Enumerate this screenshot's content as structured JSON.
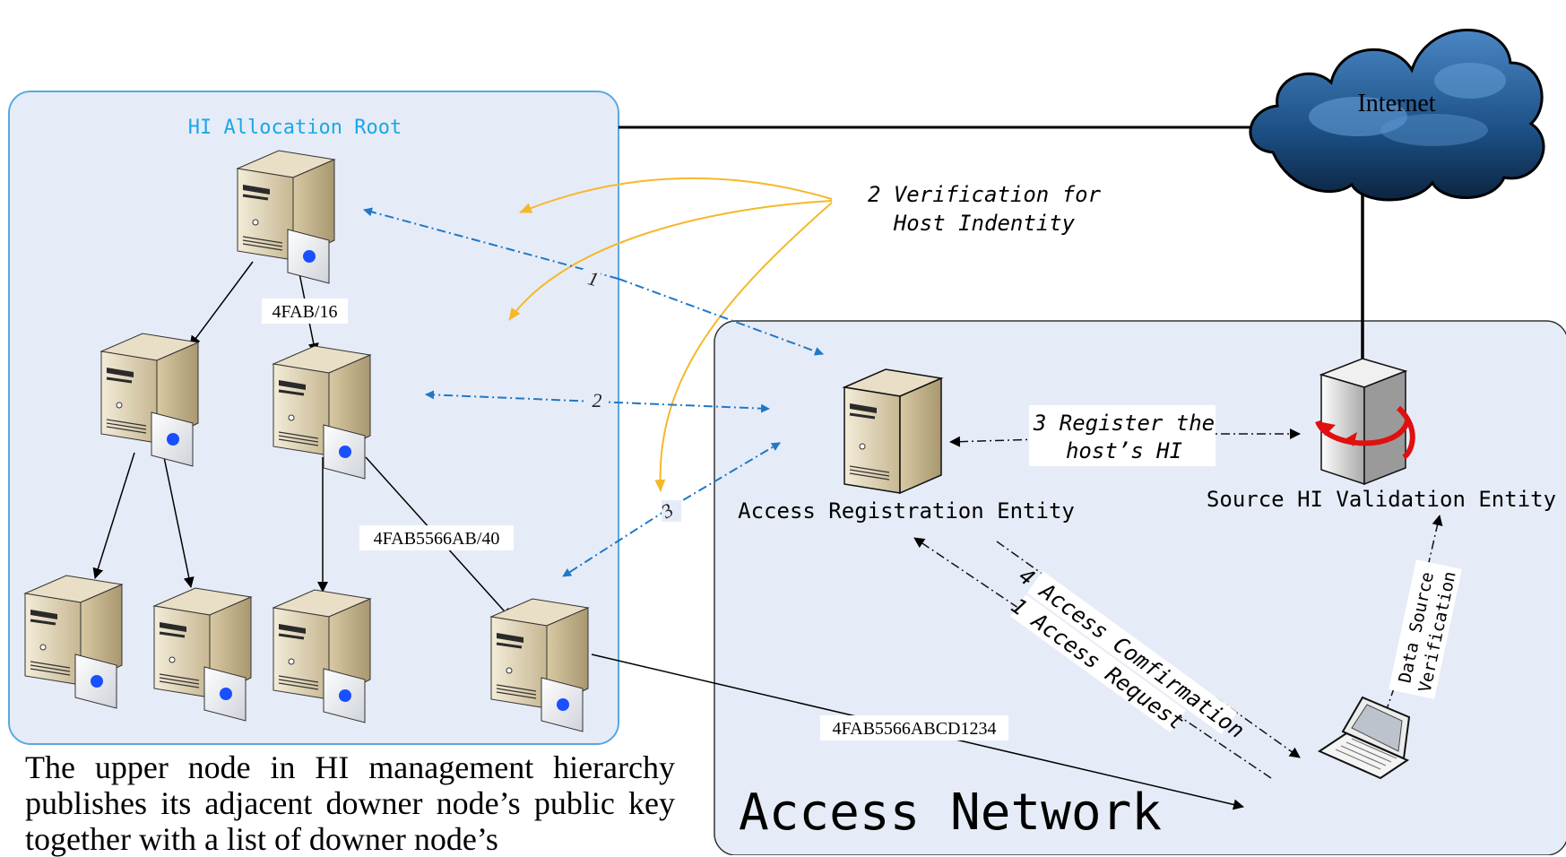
{
  "hierarchy": {
    "title": "HI Allocation Root",
    "prefix_root": "4FAB/16",
    "prefix_child": "4FAB5566AB/40",
    "host_address": "4FAB5566ABCD1234"
  },
  "internet": {
    "label": "Internet"
  },
  "verification": {
    "line1": "2 Verification for",
    "line2": "Host Indentity"
  },
  "lookup_steps": {
    "step1": "1",
    "step2": "2",
    "step3": "3"
  },
  "access_network": {
    "title": "Access Network",
    "registration_entity": "Access Registration Entity",
    "validation_entity": "Source HI Validation Entity",
    "register": {
      "line1": "3 Register the",
      "line2": "host’s HI"
    },
    "access_confirmation": "4 Access Comfirmation",
    "access_request": "1 Access Request",
    "data_source": {
      "line1": "Data Source",
      "line2": "Verification"
    }
  },
  "caption": "The upper node in HI management hierarchy publishes its adjacent downer node’s public key together with a list of downer node’s",
  "colors": {
    "panel_fill": "#e6ecf7",
    "hierarchy_border": "#5ba8e0",
    "title_blue": "#1aa7e8",
    "dashed_blue": "#1f78c8",
    "arrow_orange": "#f5b82a",
    "badge_blue": "#1a4fff",
    "arrow_red": "#e01010"
  }
}
